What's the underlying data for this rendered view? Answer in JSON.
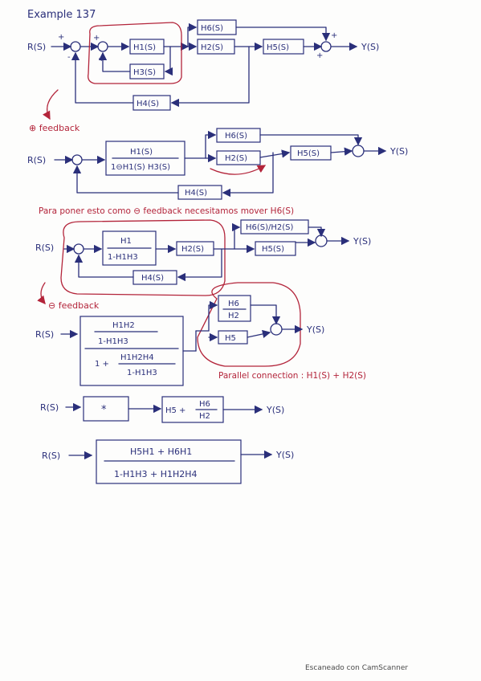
{
  "title": "Example 137",
  "diagram1": {
    "input": "R(S)",
    "output": "Y(S)",
    "blocks": {
      "h1": "H1(S)",
      "h3": "H3(S)",
      "h6": "H6(S)",
      "h2": "H2(S)",
      "h5": "H5(S)",
      "h4": "H4(S)"
    },
    "signs": {
      "s1_plus": "+",
      "s1_minus": "-",
      "s2_plus": "+",
      "s2_plus_b": "+",
      "s3_plus": "+",
      "s3_plus_b": "+"
    }
  },
  "label_pos_feedback": "⊕ feedback",
  "diagram2": {
    "input": "R(S)",
    "output": "Y(S)",
    "block_main_num": "H1(S)",
    "block_main_den": "1⊖H1(S) H3(S)",
    "h6": "H6(S)",
    "h2": "H2(S)",
    "h5": "H5(S)",
    "h4": "H4(S)"
  },
  "note_move": "Para poner esto como ⊖ feedback necesitamos mover H6(S)",
  "diagram3": {
    "input": "R(S)",
    "output": "Y(S)",
    "block_main_num": "H1",
    "block_main_den": "1-H1H3",
    "h2": "H2(S)",
    "h6_over_h2": "H6(S)/H2(S)",
    "h5": "H5(S)",
    "h4": "H4(S)"
  },
  "label_neg_feedback": "⊖ feedback",
  "diagram4": {
    "input": "R(S)",
    "output": "Y(S)",
    "big_num_num": "H1H2",
    "big_num_den": "1-H1H3",
    "big_den_one": "1 +",
    "big_den_num": "H1H2H4",
    "big_den_den": "1-H1H3",
    "par_num": "H6",
    "par_den": "H2",
    "par_h5": "H5"
  },
  "label_parallel": "Parallel connection : H1(S) + H2(S)",
  "diagram5": {
    "input": "R(S)",
    "output": "Y(S)",
    "star": "*",
    "h5_plus": "H5 +",
    "frac_num": "H6",
    "frac_den": "H2"
  },
  "diagram6": {
    "input": "R(S)",
    "output": "Y(S)",
    "numerator": "H5H1 + H6H1",
    "denominator": "1-H1H3 + H1H2H4"
  },
  "footer": "Escaneado con CamScanner",
  "colors": {
    "ink": "#2a2f7a",
    "red": "#b3243a"
  }
}
